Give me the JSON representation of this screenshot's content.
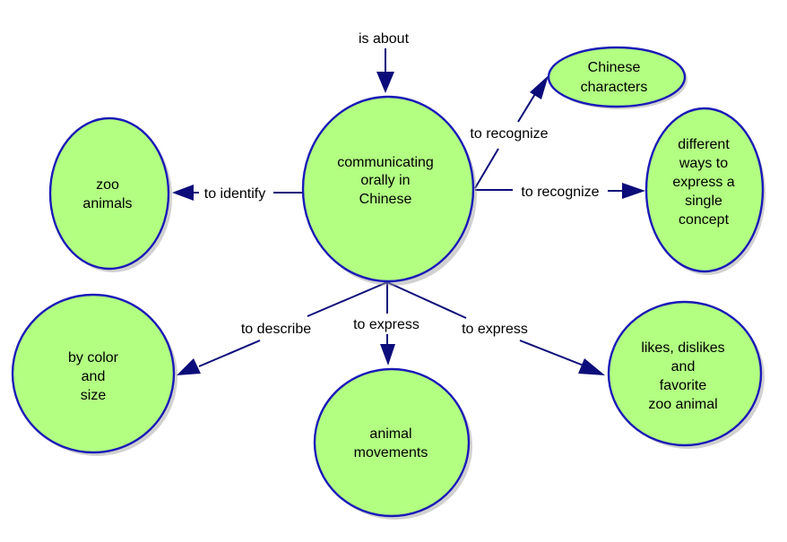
{
  "title": "communicating orally in Chinese",
  "colors": {
    "node_fill": "#b2ff82",
    "node_stroke": "#1a1ab8",
    "edge": "#0c0c7a"
  },
  "nodes": {
    "center": [
      "communicating",
      "orally in",
      "Chinese"
    ],
    "chinese_characters": [
      "Chinese",
      "characters"
    ],
    "different_ways": [
      "different",
      "ways to",
      "express a",
      "single",
      "concept"
    ],
    "zoo_animals": [
      "zoo",
      "animals"
    ],
    "by_color": [
      "by color",
      "and",
      "size"
    ],
    "animal_movements": [
      "animal",
      "movements"
    ],
    "likes": [
      "likes, dislikes",
      "and",
      "favorite",
      "zoo animal"
    ]
  },
  "edges": {
    "is_about": "is about",
    "recognize_characters": "to recognize",
    "recognize_ways": "to recognize",
    "identify": "to identify",
    "describe": "to describe",
    "express_movements": "to express",
    "express_likes": "to express"
  }
}
